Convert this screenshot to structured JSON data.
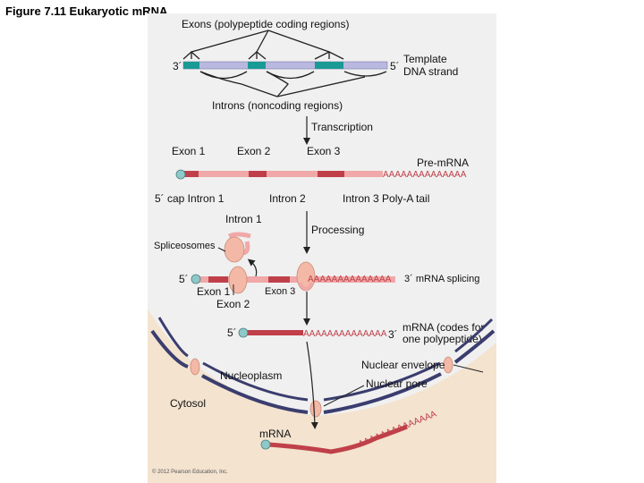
{
  "figure_title": "Figure 7.11 Eukaryotic mRNA",
  "labels": {
    "exons_top": "Exons (polypeptide coding regions)",
    "three_prime": "3´",
    "five_prime": "5´",
    "template_line1": "Template",
    "template_line2": "DNA strand",
    "introns_noncoding": "Introns (noncoding regions)",
    "transcription": "Transcription",
    "exon1": "Exon 1",
    "exon2": "Exon 2",
    "exon3": "Exon 3",
    "pre_mrna": "Pre-mRNA",
    "polyA_seq": "AAAAAAAAAAAAAA",
    "cap_intron1": "5´ cap  Intron 1",
    "intron2": "Intron 2",
    "intron3_polyA": "Intron 3  Poly-A tail",
    "intron1_processing": "Intron 1",
    "processing": "Processing",
    "spliceosomes": "Spliceosomes",
    "splicing_5": "5´",
    "splicing_3_label": "3´ mRNA splicing",
    "splice_exon1": "Exon 1",
    "splice_exon3": "Exon 3",
    "splice_exon2": "Exon 2",
    "mrna_5": "5´",
    "mrna_3": "3´",
    "mrna_codes_line1": "mRNA (codes for",
    "mrna_codes_line2": "one polypeptide)",
    "nuclear_envelope": "Nuclear envelope",
    "nucleoplasm": "Nucleoplasm",
    "nuclear_pore": "Nuclear pore",
    "cytosol": "Cytosol",
    "mrna_bottom": "mRNA",
    "copyright": "© 2012 Pearson Education, Inc."
  },
  "colors": {
    "exon_teal": "#1a9a94",
    "intron_lavender": "#b8b8e0",
    "rna_pink": "#f0a8a8",
    "rna_red": "#c0404a",
    "cap_teal": "#8fc8c8",
    "cytosol_tan": "#f3e3cf",
    "envelope_blue": "#3a3d6e",
    "spliceosome": "#f3b9a6"
  }
}
